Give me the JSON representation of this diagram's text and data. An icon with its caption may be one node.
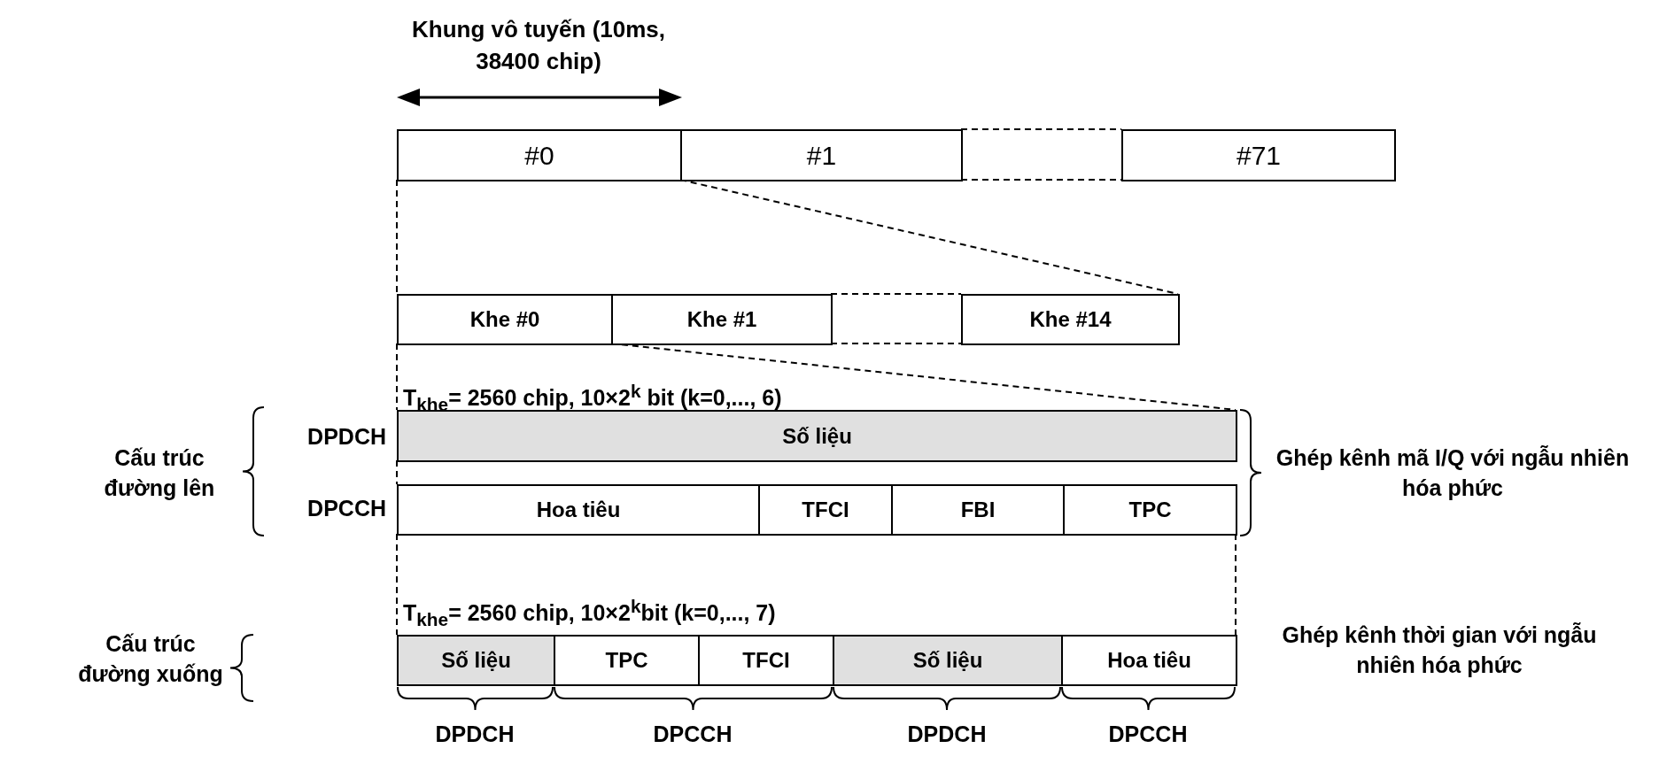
{
  "diagram": {
    "nodes": [
      {
        "text": [
          "#0"
        ]
      },
      {
        "text": [
          "#1"
        ]
      },
      {
        "text": [
          "#71"
        ]
      },
      {
        "text": [
          "Khe #0"
        ]
      },
      {
        "text": [
          "Khe #1"
        ]
      },
      {
        "text": [
          "Khe #14"
        ]
      },
      {
        "text": [
          "Số liệu"
        ]
      },
      {
        "text": [
          "Hoa tiêu"
        ]
      },
      {
        "text": [
          "TFCI"
        ]
      },
      {
        "text": [
          "FBI"
        ]
      },
      {
        "text": [
          "TPC"
        ]
      },
      {
        "text": [
          "Số liệu"
        ]
      },
      {
        "text": [
          "TPC"
        ]
      },
      {
        "text": [
          "TFCI"
        ]
      },
      {
        "text": [
          "Số liệu"
        ]
      },
      {
        "text": [
          "Hoa tiêu"
        ]
      }
    ],
    "edges": [
      {
        "from": 0,
        "to": 3,
        "arrow": "none",
        "style": "dashed"
      },
      {
        "from": 0,
        "to": 5,
        "arrow": "none",
        "style": "dashed"
      },
      {
        "from": 1,
        "to": 2,
        "arrow": "none",
        "style": "dashed"
      },
      {
        "from": 4,
        "to": 5,
        "arrow": "none",
        "style": "dashed"
      },
      {
        "from": 3,
        "to": 6,
        "arrow": "none",
        "style": "dashed"
      },
      {
        "from": 3,
        "to": 6,
        "arrow": "none",
        "style": "dashed"
      },
      {
        "from": 6,
        "to": 7,
        "arrow": "none",
        "style": "dashed"
      },
      {
        "from": 7,
        "to": 11,
        "arrow": "none",
        "style": "dashed"
      },
      {
        "from": 10,
        "to": 15,
        "arrow": "none",
        "style": "dashed"
      }
    ],
    "labels": [
      "Khung vô tuyến (10ms,  38400 chip)",
      "T$_{khe}$= 2560 chip, 10×2$^{k}$ bit (k=0,..., 6)",
      "Cấu trúc đường lên",
      "DPDCH",
      "DPCCH",
      "Ghép kênh mã I/Q với ngẫu nhiên hóa phức",
      "T$_{khe}$= 2560 chip, 10×2$^{k}$bit (k=0,..., 7)",
      "Cấu trúc đường xuống",
      "Ghép kênh thời gian với ngẫu nhiên hóa phức",
      "DPDCH",
      "DPCCH",
      "DPDCH",
      "DPCCH"
    ]
  }
}
